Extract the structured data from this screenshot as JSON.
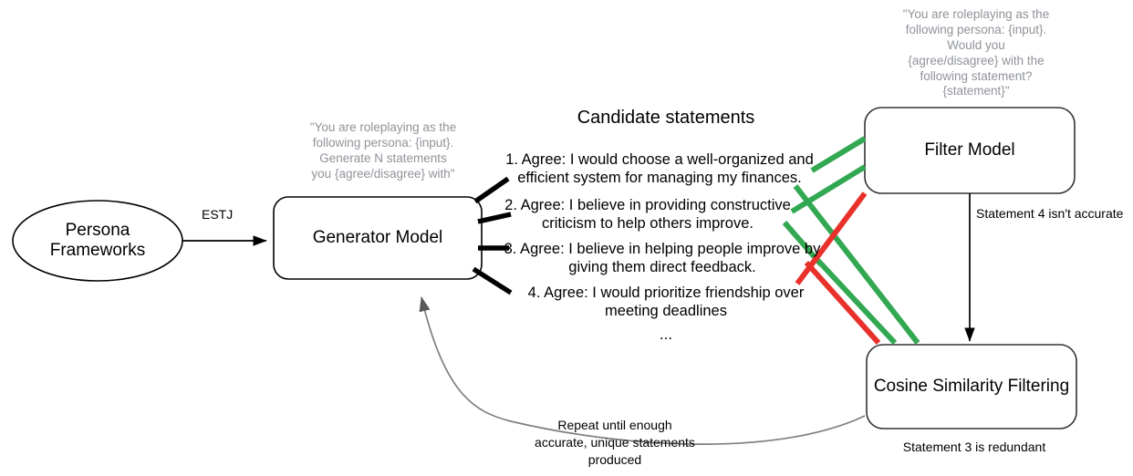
{
  "nodes": {
    "persona": "Persona\nFrameworks",
    "persona_line1": "Persona",
    "persona_line2": "Frameworks",
    "generator": "Generator Model",
    "filter": "Filter Model",
    "cosine": "Cosine Similarity Filtering"
  },
  "prompts": {
    "generator_prompt": "\"You are roleplaying as the following persona: {input}. Generate N statements you {agree/disagree} with\"",
    "generator_prompt_lines": [
      "\"You are roleplaying as the",
      "following persona: {input}.",
      "Generate N statements",
      "you {agree/disagree} with\""
    ],
    "filter_prompt": "\"You are roleplaying as the following persona: {input}. Would you {agree/disagree} with the following statement? {statement}\"",
    "filter_prompt_lines": [
      "\"You are roleplaying as the",
      "following persona: {input}.",
      "Would you",
      "{agree/disagree} with the",
      "following statement?",
      "{statement}\""
    ]
  },
  "candidates": {
    "title": "Candidate statements",
    "items": [
      {
        "number": "1.",
        "line1": "1. Agree: I would choose a well-organized and",
        "line2": "efficient system for managing my finances.",
        "text": "1. Agree: I would choose a well-organized and efficient system for managing my finances.",
        "verdict": "accurate"
      },
      {
        "number": "2.",
        "line1": "2. Agree: I believe in providing constructive",
        "line2": "criticism to help others improve.",
        "text": "2. Agree: I believe in providing constructive criticism to help others improve.",
        "verdict": "accurate"
      },
      {
        "number": "3.",
        "line1": "3. Agree: I believe in helping people improve by",
        "line2": "giving them direct feedback.",
        "text": "3. Agree: I believe in helping people improve by giving them direct feedback.",
        "verdict": "redundant"
      },
      {
        "number": "4.",
        "line1": "4. Agree: I would prioritize friendship over",
        "line2": "meeting deadlines",
        "text": "4. Agree: I would prioritize friendship over meeting deadlines",
        "verdict": "inaccurate"
      }
    ],
    "ellipsis": "..."
  },
  "edges": {
    "persona_to_generator": "ESTJ",
    "filter_to_cosine": "Statement 4 isn't accurate",
    "cosine_caption": "Statement 3 is redundant",
    "feedback_lines": [
      "Repeat until enough",
      "accurate, unique statements",
      "produced"
    ],
    "feedback": "Repeat until enough accurate, unique statements produced"
  },
  "colors": {
    "accurate_green": "#33A852",
    "inaccurate_red": "#E8312A",
    "stroke_black": "#000000",
    "stroke_gray": "#7f7f7f",
    "note_gray": "#8f9399",
    "background": "#ffffff"
  }
}
